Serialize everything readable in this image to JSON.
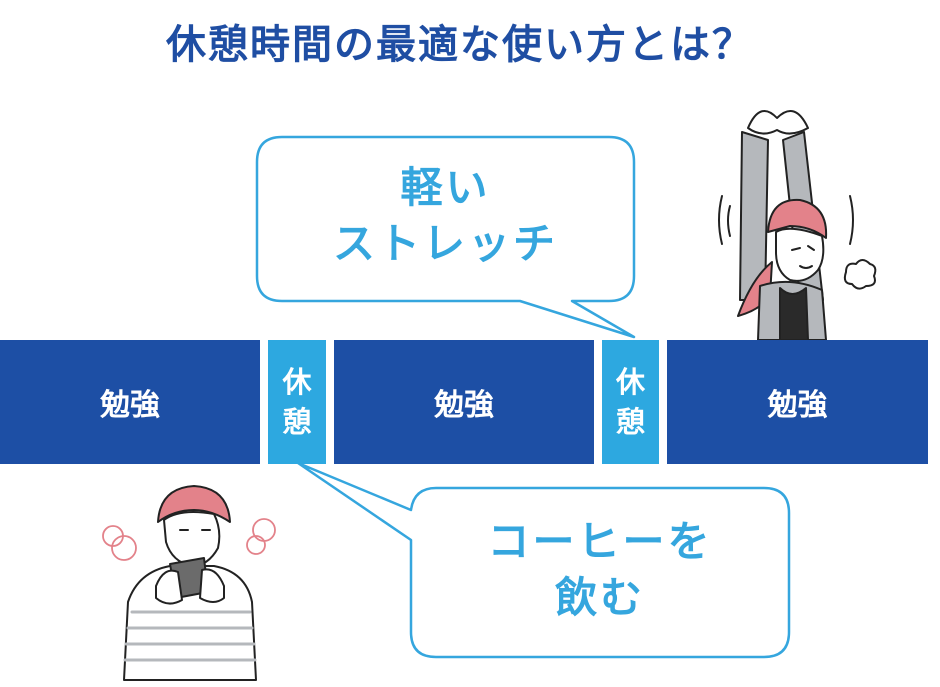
{
  "title": "休憩時間の最適な使い方とは？",
  "timeline": {
    "study_1": "勉強",
    "rest_1": [
      "休",
      "憩"
    ],
    "study_2": "勉強",
    "rest_2": [
      "休",
      "憩"
    ],
    "study_3": "勉強"
  },
  "bubbles": {
    "top": [
      "軽い",
      "ストレッチ"
    ],
    "bottom": [
      "コーヒーを",
      "飲む"
    ]
  },
  "colors": {
    "title": "#1f4ea3",
    "study_block": "#1d4fa5",
    "rest_block": "#2da8e0",
    "bubble_text": "#35a6de",
    "hair": "#e3828a"
  },
  "illustrations": {
    "top_right": "woman-stretching-illustration",
    "bottom_left": "person-drinking-coffee-illustration"
  }
}
